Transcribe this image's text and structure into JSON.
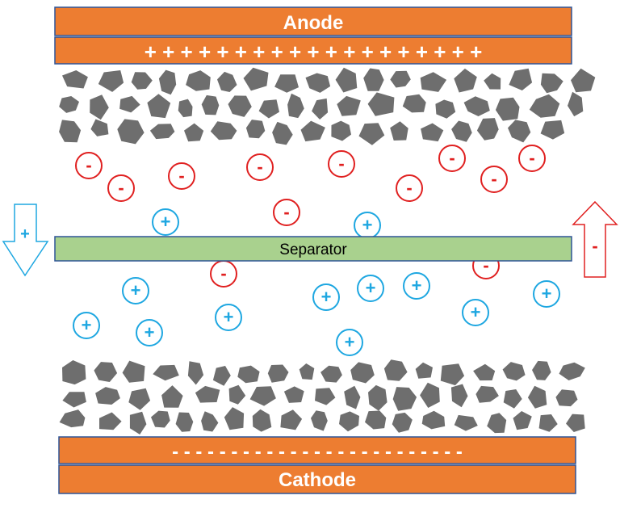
{
  "anode": {
    "label": "Anode",
    "charge_row": "+ + + + + + + + + + + + + + + + + + +"
  },
  "cathode": {
    "label": "Cathode",
    "charge_row": "- - - - - - - - - - - - - - - - - - - - - - - - -"
  },
  "separator": {
    "label": "Separator"
  },
  "arrows": {
    "left_sign": "+",
    "right_sign": "-"
  },
  "ions": {
    "negative_sign": "-",
    "positive_sign": "+"
  },
  "colors": {
    "electrode_fill": "#ED7D31",
    "electrode_border": "#2F5597",
    "separator_fill": "#A9D18E",
    "particle_fill": "#6E6E6E",
    "negative_ion": "#E02020",
    "positive_ion": "#1EA7E1"
  }
}
